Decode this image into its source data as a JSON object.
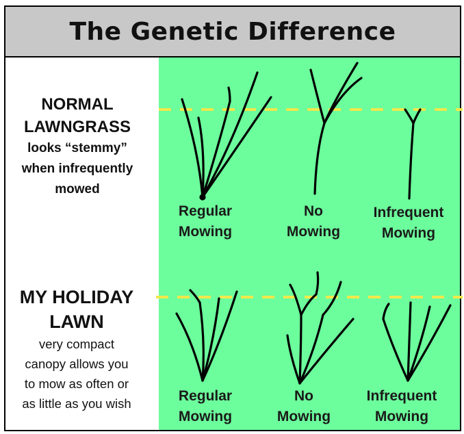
{
  "title": "The Genetic Difference",
  "normal": {
    "heading_line1": "NORMAL",
    "heading_line2": "LAWNGRASS",
    "desc_line1": "looks “stemmy”",
    "desc_line2": "when infrequently",
    "desc_line3": "mowed",
    "labels": {
      "regular_line1": "Regular",
      "regular_line2": "Mowing",
      "no_line1": "No",
      "no_line2": "Mowing",
      "infrequent_line1": "Infrequent",
      "infrequent_line2": "Mowing"
    }
  },
  "holiday": {
    "heading_line1": "MY HOLIDAY",
    "heading_line2": "LAWN",
    "desc_line1": "very compact",
    "desc_line2": "canopy allows you",
    "desc_line3": "to mow as often or",
    "desc_line4": "as little as you wish",
    "labels": {
      "regular_line1": "Regular",
      "regular_line2": "Mowing",
      "no_line1": "No",
      "no_line2": "Mowing",
      "infrequent_line1": "Infrequent",
      "infrequent_line2": "Mowing"
    }
  },
  "colors": {
    "panel_green": "#6cfd9c",
    "title_bar_gray": "#c8c8c8",
    "mow_line_yellow": "#f2e84a"
  }
}
